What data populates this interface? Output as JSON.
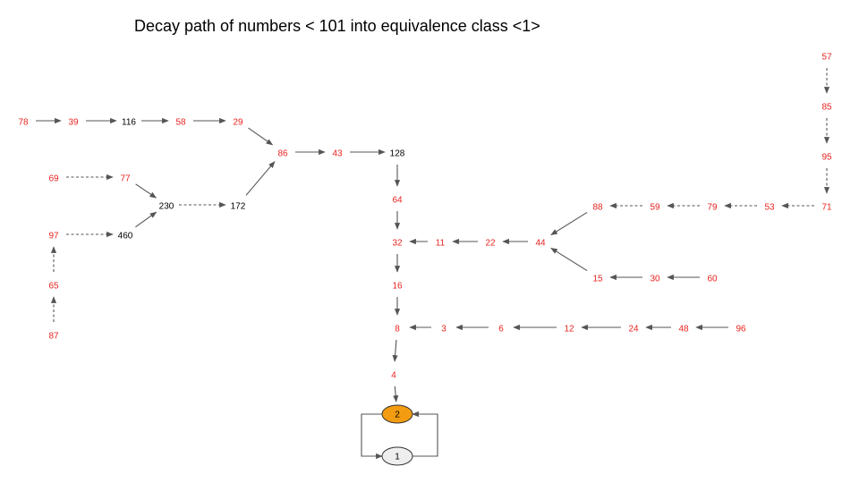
{
  "title": "Decay path of numbers < 101 into equivalence class <1>",
  "colors": {
    "label_red": "#e8231f",
    "label_black": "#000000",
    "edge": "#555555",
    "node_orange": "#f39c12",
    "node_grey": "#eeeeee"
  },
  "nodes": [
    {
      "id": "78",
      "label": "78",
      "color": "red"
    },
    {
      "id": "39",
      "label": "39",
      "color": "red"
    },
    {
      "id": "116",
      "label": "116",
      "color": "black"
    },
    {
      "id": "58",
      "label": "58",
      "color": "red"
    },
    {
      "id": "29",
      "label": "29",
      "color": "red"
    },
    {
      "id": "86",
      "label": "86",
      "color": "red"
    },
    {
      "id": "43",
      "label": "43",
      "color": "red"
    },
    {
      "id": "128",
      "label": "128",
      "color": "black"
    },
    {
      "id": "69",
      "label": "69",
      "color": "red"
    },
    {
      "id": "77",
      "label": "77",
      "color": "red"
    },
    {
      "id": "230",
      "label": "230",
      "color": "black"
    },
    {
      "id": "172",
      "label": "172",
      "color": "black"
    },
    {
      "id": "97",
      "label": "97",
      "color": "red"
    },
    {
      "id": "460",
      "label": "460",
      "color": "black"
    },
    {
      "id": "65",
      "label": "65",
      "color": "red"
    },
    {
      "id": "87",
      "label": "87",
      "color": "red"
    },
    {
      "id": "64",
      "label": "64",
      "color": "red"
    },
    {
      "id": "32",
      "label": "32",
      "color": "red"
    },
    {
      "id": "11",
      "label": "11",
      "color": "red"
    },
    {
      "id": "22",
      "label": "22",
      "color": "red"
    },
    {
      "id": "44",
      "label": "44",
      "color": "red"
    },
    {
      "id": "16",
      "label": "16",
      "color": "red"
    },
    {
      "id": "8",
      "label": "8",
      "color": "red"
    },
    {
      "id": "3",
      "label": "3",
      "color": "red"
    },
    {
      "id": "6",
      "label": "6",
      "color": "red"
    },
    {
      "id": "12",
      "label": "12",
      "color": "red"
    },
    {
      "id": "24",
      "label": "24",
      "color": "red"
    },
    {
      "id": "48",
      "label": "48",
      "color": "red"
    },
    {
      "id": "96",
      "label": "96",
      "color": "red"
    },
    {
      "id": "4",
      "label": "4",
      "color": "red"
    },
    {
      "id": "2",
      "label": "2",
      "color": "black",
      "shape": "ellipse",
      "fill": "orange"
    },
    {
      "id": "1",
      "label": "1",
      "color": "black",
      "shape": "ellipse",
      "fill": "grey"
    },
    {
      "id": "57",
      "label": "57",
      "color": "red"
    },
    {
      "id": "85",
      "label": "85",
      "color": "red"
    },
    {
      "id": "95",
      "label": "95",
      "color": "red"
    },
    {
      "id": "71",
      "label": "71",
      "color": "red"
    },
    {
      "id": "53",
      "label": "53",
      "color": "red"
    },
    {
      "id": "79",
      "label": "79",
      "color": "red"
    },
    {
      "id": "59",
      "label": "59",
      "color": "red"
    },
    {
      "id": "88",
      "label": "88",
      "color": "red"
    },
    {
      "id": "15",
      "label": "15",
      "color": "red"
    },
    {
      "id": "30",
      "label": "30",
      "color": "red"
    },
    {
      "id": "60",
      "label": "60",
      "color": "red"
    }
  ],
  "edges": [
    {
      "from": "78",
      "to": "39",
      "style": "solid"
    },
    {
      "from": "39",
      "to": "116",
      "style": "solid"
    },
    {
      "from": "116",
      "to": "58",
      "style": "solid"
    },
    {
      "from": "58",
      "to": "29",
      "style": "solid"
    },
    {
      "from": "29",
      "to": "86",
      "style": "solid"
    },
    {
      "from": "86",
      "to": "43",
      "style": "solid"
    },
    {
      "from": "43",
      "to": "128",
      "style": "solid"
    },
    {
      "from": "128",
      "to": "64",
      "style": "solid"
    },
    {
      "from": "64",
      "to": "32",
      "style": "solid"
    },
    {
      "from": "32",
      "to": "16",
      "style": "solid"
    },
    {
      "from": "16",
      "to": "8",
      "style": "solid"
    },
    {
      "from": "8",
      "to": "4",
      "style": "solid"
    },
    {
      "from": "4",
      "to": "2",
      "style": "solid"
    },
    {
      "from": "2",
      "to": "1",
      "style": "solid",
      "route": "loop-left"
    },
    {
      "from": "1",
      "to": "2",
      "style": "solid",
      "route": "loop-right"
    },
    {
      "from": "69",
      "to": "77",
      "style": "dashed"
    },
    {
      "from": "77",
      "to": "230",
      "style": "solid"
    },
    {
      "from": "230",
      "to": "172",
      "style": "dashed"
    },
    {
      "from": "172",
      "to": "86",
      "style": "solid"
    },
    {
      "from": "87",
      "to": "65",
      "style": "dashed"
    },
    {
      "from": "65",
      "to": "97",
      "style": "dashed"
    },
    {
      "from": "97",
      "to": "460",
      "style": "dashed"
    },
    {
      "from": "460",
      "to": "230",
      "style": "solid"
    },
    {
      "from": "44",
      "to": "22",
      "style": "solid"
    },
    {
      "from": "22",
      "to": "11",
      "style": "solid"
    },
    {
      "from": "11",
      "to": "32",
      "style": "solid"
    },
    {
      "from": "96",
      "to": "48",
      "style": "solid"
    },
    {
      "from": "48",
      "to": "24",
      "style": "solid"
    },
    {
      "from": "24",
      "to": "12",
      "style": "solid"
    },
    {
      "from": "12",
      "to": "6",
      "style": "solid"
    },
    {
      "from": "6",
      "to": "3",
      "style": "solid"
    },
    {
      "from": "3",
      "to": "8",
      "style": "solid"
    },
    {
      "from": "57",
      "to": "85",
      "style": "dashed"
    },
    {
      "from": "85",
      "to": "95",
      "style": "dashed"
    },
    {
      "from": "95",
      "to": "71",
      "style": "dashed"
    },
    {
      "from": "71",
      "to": "53",
      "style": "dashed"
    },
    {
      "from": "53",
      "to": "79",
      "style": "dashed"
    },
    {
      "from": "79",
      "to": "59",
      "style": "dashed"
    },
    {
      "from": "59",
      "to": "88",
      "style": "dashed"
    },
    {
      "from": "88",
      "to": "44",
      "style": "solid"
    },
    {
      "from": "60",
      "to": "30",
      "style": "solid"
    },
    {
      "from": "30",
      "to": "15",
      "style": "solid"
    },
    {
      "from": "15",
      "to": "44",
      "style": "solid"
    }
  ]
}
